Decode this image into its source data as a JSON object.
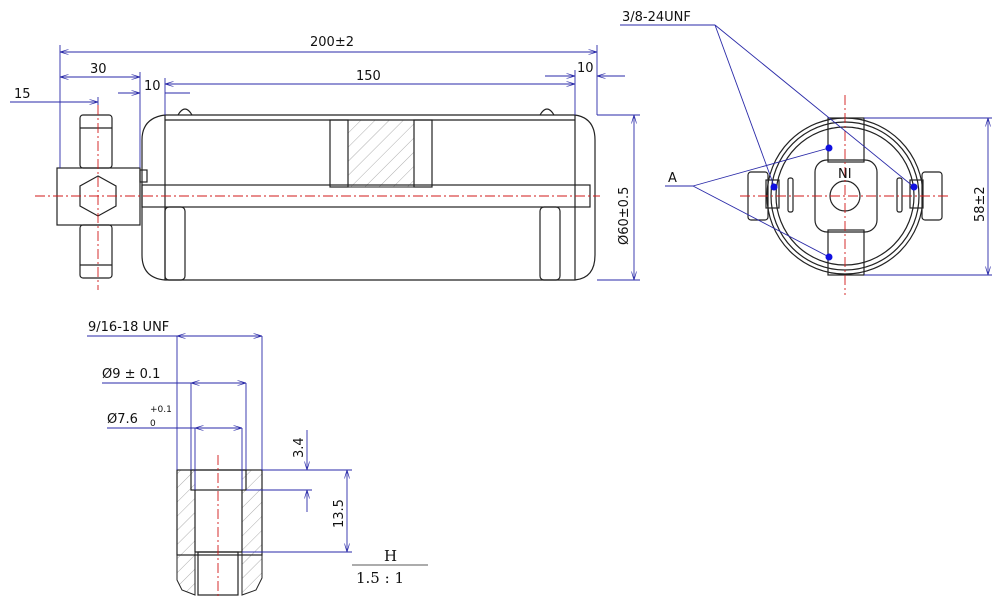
{
  "side_view": {
    "dim_overall": "200±2",
    "dim_fitting": "30",
    "dim_fitting_center": "15",
    "dim_left_gap": "10",
    "dim_body": "150",
    "dim_right_gap": "10",
    "dim_diameter": "Ø60±0.5"
  },
  "end_view": {
    "thread_callout": "3/8-24UNF",
    "point_label": "A",
    "marking": "NI",
    "dim_height": "58±2"
  },
  "detail_view": {
    "thread_callout": "9/16-18 UNF",
    "dim_outer_bore": "Ø9 ± 0.1",
    "dim_inner_bore": "Ø7.6",
    "dim_inner_tol_upper": "+0.1",
    "dim_inner_tol_lower": "0",
    "dim_counterbore_depth": "3.4",
    "dim_depth": "13.5",
    "detail_label": "H",
    "scale": "1.5 : 1"
  },
  "colors": {
    "dimension": "#2a2aa8",
    "centerline": "#d01818",
    "point": "#1010e0"
  }
}
